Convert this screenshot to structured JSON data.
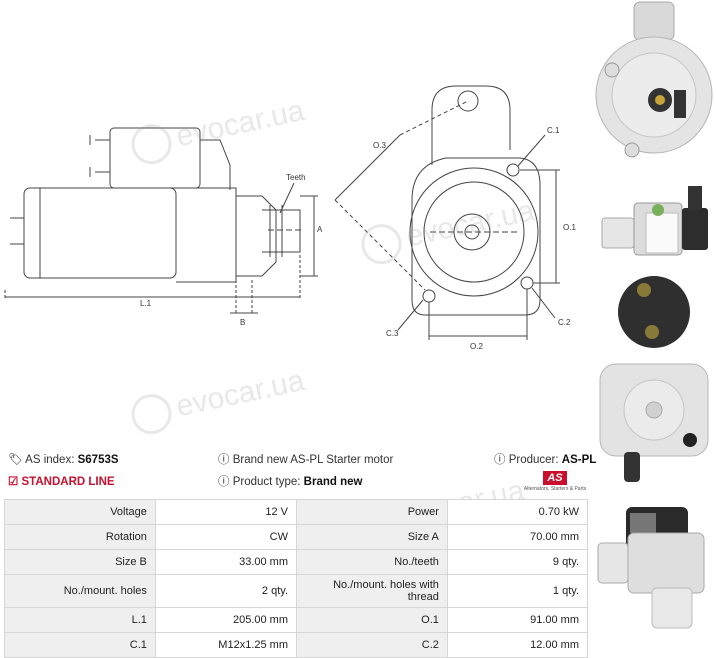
{
  "drawing": {
    "labels": {
      "teeth": "Teeth",
      "a": "A",
      "l1": "L.1",
      "b": "B",
      "o3": "O.3",
      "c1": "C.1",
      "o1": "O.1",
      "c3": "C.3",
      "c2": "C.2",
      "o2": "O.2"
    }
  },
  "watermark": "evocar.ua",
  "info": {
    "as_index_label": "AS index:",
    "as_index_value": "S6753S",
    "description": "Brand new AS-PL Starter motor",
    "producer_label": "Producer:",
    "producer_value": "AS-PL",
    "standard_line": "STANDARD LINE",
    "product_type_label": "Product type:",
    "product_type_value": "Brand new",
    "logo_text": "AS",
    "logo_subtext": "Alternators, Starters & Parts"
  },
  "specs": [
    {
      "k1": "Voltage",
      "v1": "12 V",
      "k2": "Power",
      "v2": "0.70 kW"
    },
    {
      "k1": "Rotation",
      "v1": "CW",
      "k2": "Size A",
      "v2": "70.00 mm"
    },
    {
      "k1": "Size B",
      "v1": "33.00 mm",
      "k2": "No./teeth",
      "v2": "9 qty."
    },
    {
      "k1": "No./mount. holes",
      "v1": "2 qty.",
      "k2": "No./mount. holes with thread",
      "v2": "1 qty."
    },
    {
      "k1": "L.1",
      "v1": "205.00 mm",
      "k2": "O.1",
      "v2": "91.00 mm"
    },
    {
      "k1": "C.1",
      "v1": "M12x1.25 mm",
      "k2": "C.2",
      "v2": "12.00 mm"
    }
  ],
  "colors": {
    "accent_red": "#c8102e",
    "line": "#555555"
  }
}
